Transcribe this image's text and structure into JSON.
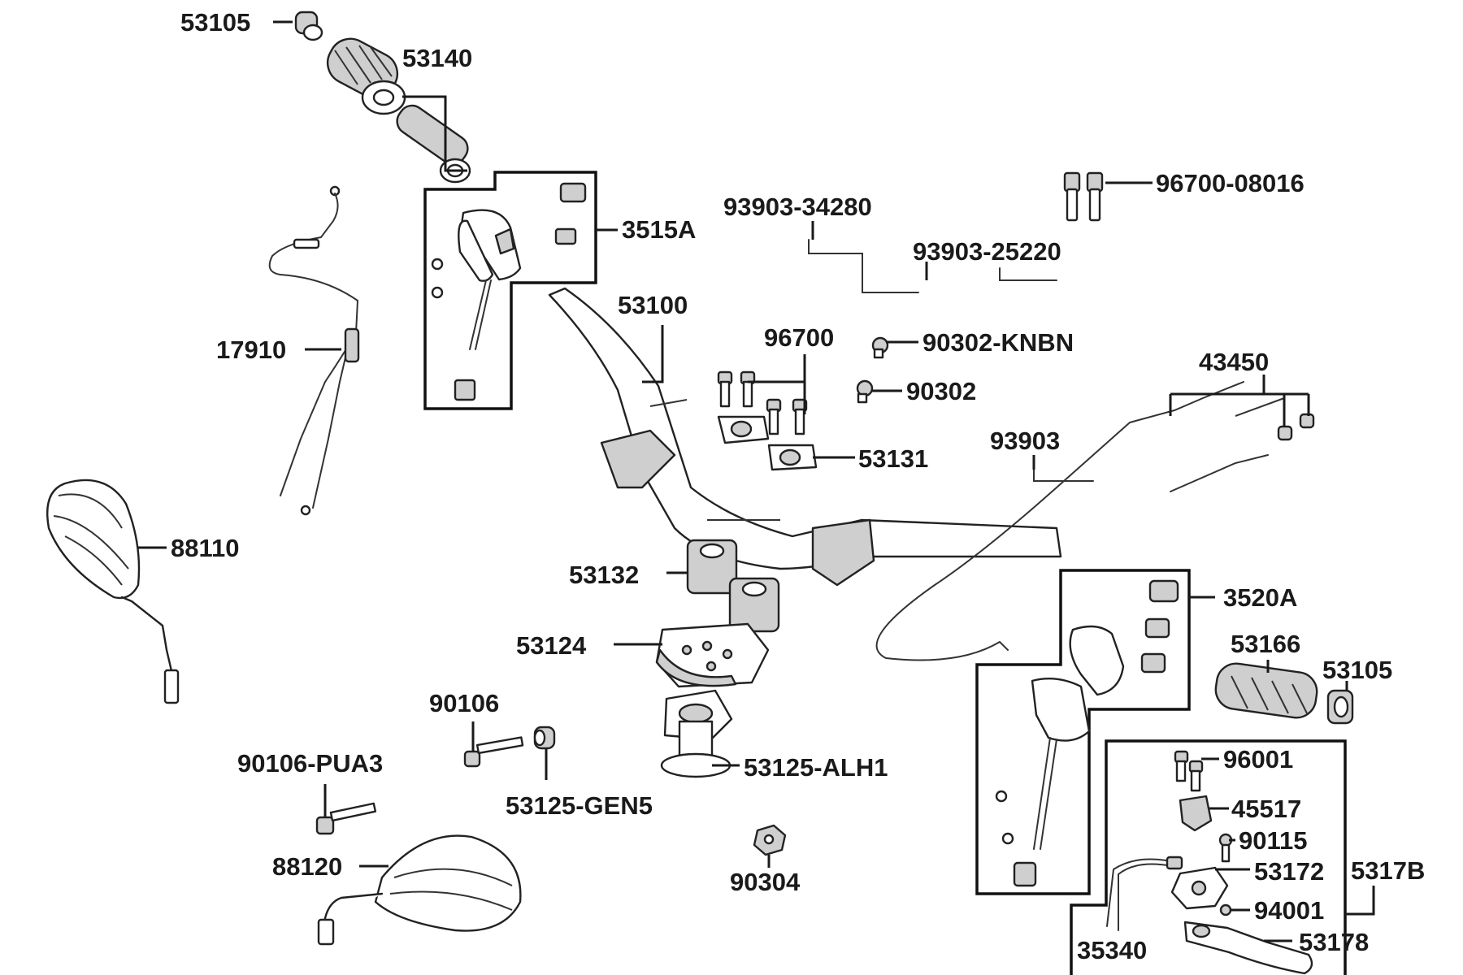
{
  "labels": {
    "p53105_top": "53105",
    "p53140": "53140",
    "p3515A": "3515A",
    "p17910": "17910",
    "p88110": "88110",
    "p93903_34280": "93903-34280",
    "p96700_08016": "96700-08016",
    "p93903_25220": "93903-25220",
    "p53100": "53100",
    "p96700": "96700",
    "p90302_KNBN": "90302-KNBN",
    "p90302": "90302",
    "p53131": "53131",
    "p93903": "93903",
    "p43450": "43450",
    "p53132": "53132",
    "p3520A": "3520A",
    "p53124": "53124",
    "p53166": "53166",
    "p53105_right": "53105",
    "p90106": "90106",
    "p90106_PUA3": "90106-PUA3",
    "p53125_ALH1": "53125-ALH1",
    "p53125_GEN5": "53125-GEN5",
    "p96001": "96001",
    "p45517": "45517",
    "p90115": "90115",
    "p53172": "53172",
    "p5317B": "5317B",
    "p88120": "88120",
    "p90304": "90304",
    "p94001": "94001",
    "p35340": "35340",
    "p53178": "53178"
  }
}
